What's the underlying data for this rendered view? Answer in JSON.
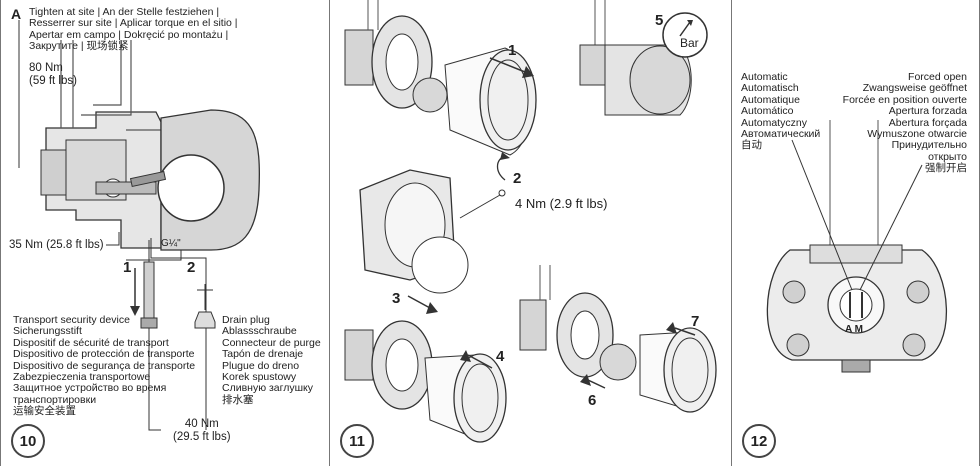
{
  "panel10": {
    "badge": "10",
    "letter_A": "A",
    "tighten_lines": [
      "Tighten at site | An der Stelle festziehen |",
      "Resserrer sur site | Aplicar torque en el sitio |",
      "Apertar em campo | Dokręcić po montażu |",
      "Закрутите | 现场锁紧"
    ],
    "torque_top_nm": "80 Nm",
    "torque_top_lbs": "(59 ft lbs)",
    "torque_left": "35 Nm (25.8 ft lbs)",
    "thread_label": "G¼\"",
    "step1": "1",
    "step2": "2",
    "transport_lines": [
      "Transport security device",
      "Sicherungsstift",
      "Dispositif de sécurité de transport",
      "Dispositivo de protección de transporte",
      "Dispositivo de segurança de transporte",
      "Zabezpieczenia transportowe",
      "Защитное устройство во время",
      "транспортировки",
      "运输安全装置"
    ],
    "drain_lines": [
      "Drain plug",
      "Ablassschraube",
      "Connecteur de purge",
      "Tapón de drenaje",
      "Plugue do dreno",
      "Korek spustowy",
      "Сливную заглушку",
      "排水塞"
    ],
    "torque_bottom_nm": "40 Nm",
    "torque_bottom_lbs": "(29.5 ft lbs)"
  },
  "panel11": {
    "badge": "11",
    "step1": "1",
    "step2": "2",
    "step3": "3",
    "step4": "4",
    "step5": "5",
    "step6": "6",
    "step7": "7",
    "torque": "4 Nm (2.9 ft lbs)",
    "gauge_label": "Bar"
  },
  "panel12": {
    "badge": "12",
    "automatic_lines": [
      "Automatic",
      "Automatisch",
      "Automatique",
      "Automático",
      "Automatyczny",
      "Автоматический",
      "自动"
    ],
    "forced_lines": [
      "Forced open",
      "Zwangsweise geöffnet",
      "Forcée en position ouverte",
      "Apertura forzada",
      "Abertura forçada",
      "Wymuszone otwarcie",
      "Принудительно",
      "открыто",
      "强制开启"
    ],
    "dial_label": "A M"
  }
}
